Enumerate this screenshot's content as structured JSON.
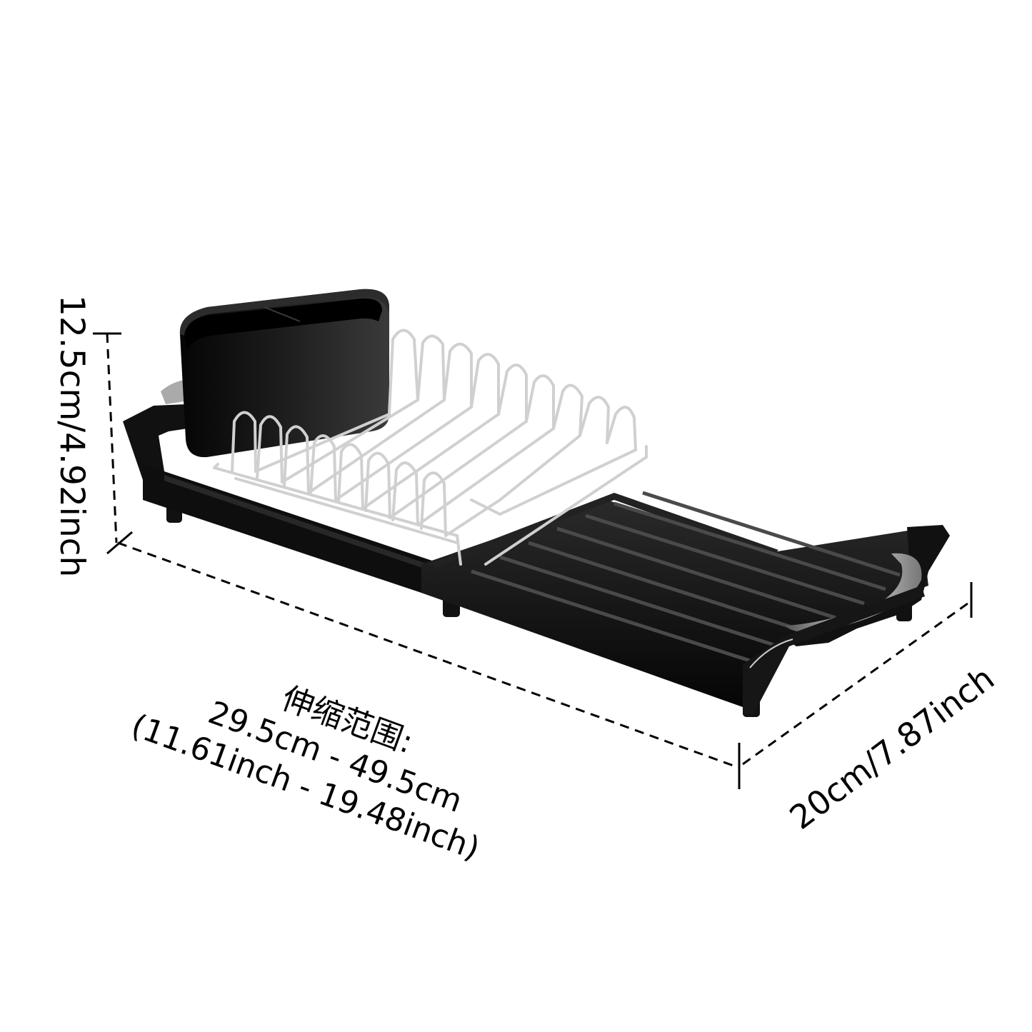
{
  "product": {
    "name": "expandable dish drying rack",
    "color_body": "#0c0c0c",
    "color_wire": "#c9c9c9",
    "color_accent": "#9a9a9a",
    "background": "#ffffff",
    "parts": [
      "utensil-holder",
      "plate-rack",
      "drain-tray",
      "side-handles",
      "feet"
    ]
  },
  "dimensions": {
    "height": {
      "label": "12.5cm/4.92inch"
    },
    "width": {
      "label": "20cm/7.87inch"
    },
    "length": {
      "title": "伸缩范围:",
      "range_cm": "29.5cm - 49.5cm",
      "range_inch": "(11.61inch - 19.48inch)"
    }
  }
}
